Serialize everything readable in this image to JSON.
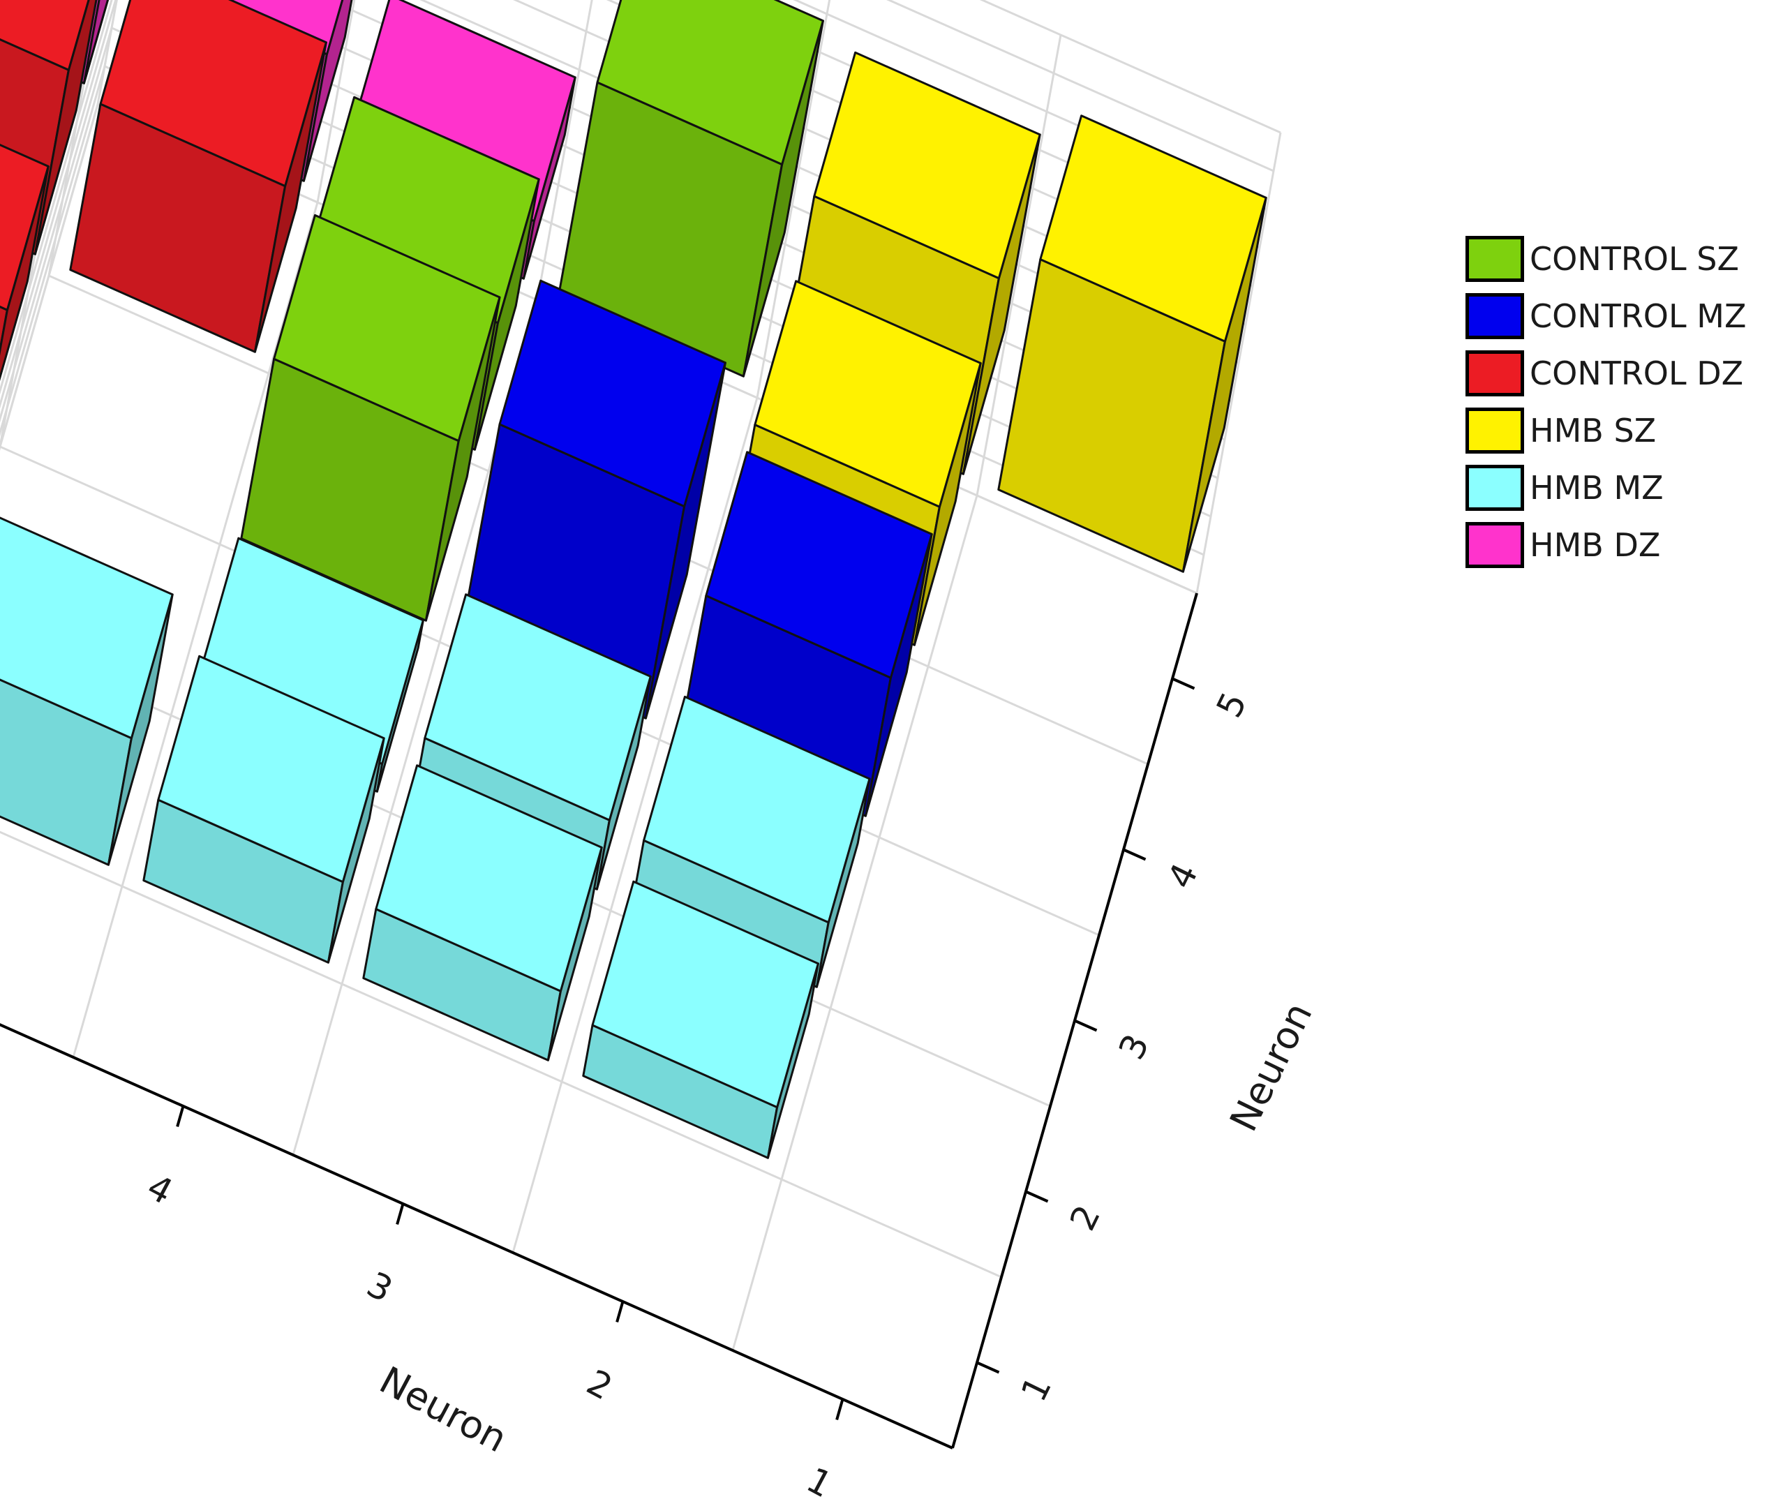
{
  "chart_data": {
    "type": "bar3d",
    "x_axis": {
      "label": "Neuron",
      "ticks": [
        "1",
        "2",
        "3",
        "4",
        "5"
      ]
    },
    "y_axis": {
      "label": "Neuron",
      "ticks": [
        "1",
        "2",
        "3",
        "4",
        "5"
      ]
    },
    "series": [
      {
        "name": "CONTROL SZ",
        "color": "#7ED10E",
        "cells": [
          [
            3,
            3,
            0.78
          ],
          [
            3,
            4,
            0.55
          ],
          [
            2,
            5,
            0.92
          ]
        ]
      },
      {
        "name": "CONTROL MZ",
        "color": "#0000EE",
        "cells": [
          [
            2,
            3,
            0.92
          ],
          [
            1,
            3,
            0.6
          ]
        ]
      },
      {
        "name": "CONTROL DZ",
        "color": "#EC1C24",
        "cells": [
          [
            5,
            3,
            0.5
          ],
          [
            5,
            4,
            0.8
          ],
          [
            4,
            4,
            0.72
          ],
          [
            5,
            5,
            0.5
          ]
        ]
      },
      {
        "name": "HMB SZ",
        "color": "#FFF200",
        "cells": [
          [
            1,
            5,
            0.85
          ],
          [
            1,
            4,
            0.6
          ],
          [
            0,
            5,
            1.0
          ]
        ]
      },
      {
        "name": "HMB MZ",
        "color": "#8BFFFF",
        "cells": [
          [
            4,
            1,
            0.55
          ],
          [
            3,
            1,
            0.35
          ],
          [
            2,
            2,
            0.3
          ],
          [
            3,
            2,
            0.12
          ],
          [
            1,
            2,
            0.28
          ],
          [
            2,
            1,
            0.3
          ],
          [
            1,
            1,
            0.22
          ]
        ]
      },
      {
        "name": "HMB DZ",
        "color": "#FF33CC",
        "cells": [
          [
            5,
            5,
            0.95
          ],
          [
            4,
            5,
            0.55
          ],
          [
            3,
            5,
            0.25
          ]
        ]
      }
    ],
    "legend_position": "right",
    "grid": true
  }
}
